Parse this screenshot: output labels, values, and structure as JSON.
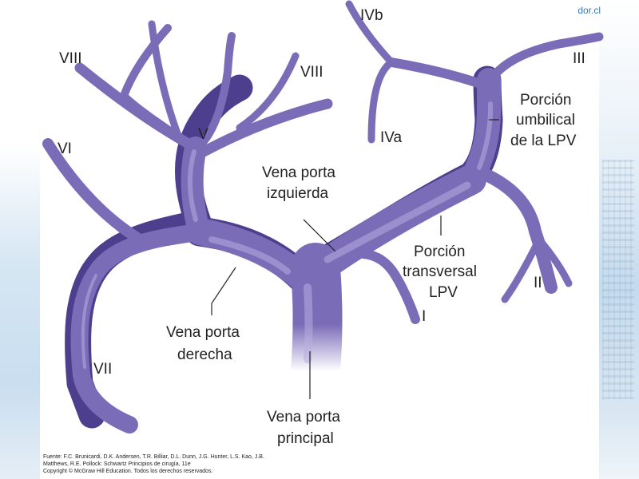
{
  "watermark": "dor.cl",
  "labels": {
    "ivb": "IVb",
    "iii": "III",
    "viii_left": "VIII",
    "viii_right": "VIII",
    "porcion_umbilical_1": "Porción",
    "porcion_umbilical_2": "umbilical",
    "porcion_umbilical_3": "de la LPV",
    "v": "V",
    "iva": "IVa",
    "vi": "VI",
    "vena_izq_1": "Vena porta",
    "vena_izq_2": "izquierda",
    "porcion_trans_1": "Porción",
    "porcion_trans_2": "transversal",
    "porcion_trans_3": "LPV",
    "ii": "II",
    "i": "I",
    "vena_der_1": "Vena porta",
    "vena_der_2": "derecha",
    "vii": "VII",
    "vena_pri_1": "Vena porta",
    "vena_pri_2": "principal"
  },
  "credits": {
    "line1": "Fuente: F.C. Brunicardi, D.K. Andersen, T.R. Billiar, D.L. Dunn, J.G. Hunter, L.S. Kao, J.B.",
    "line2": "Matthews, R.E. Pollock: Schwartz Principios de cirugía, 11e",
    "line3": "Copyright © McGraw Hill Education. Todos los derechos reservados."
  },
  "colors": {
    "vessel": "#7b6cb8",
    "vessel_highlight": "#b7aee0",
    "vessel_edge": "#4e3f8e"
  }
}
